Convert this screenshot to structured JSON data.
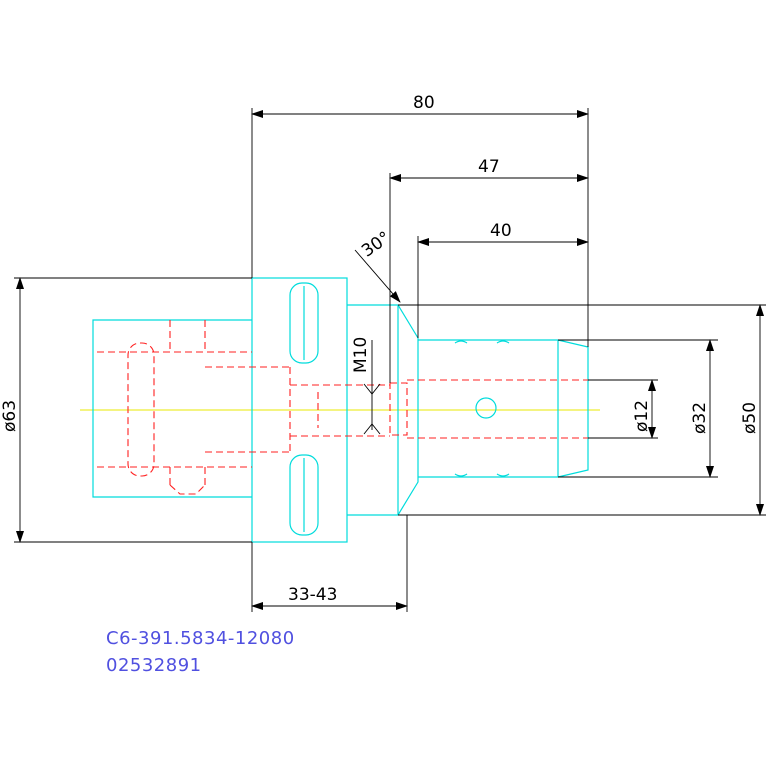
{
  "colors": {
    "background": "#ffffff",
    "outline": "#00dcdc",
    "hidden_lines": "#ff2020",
    "centerline": "#e8e800",
    "dimensions": "#000000",
    "caption": "#5050e0"
  },
  "dimensions": {
    "overall_length": "80",
    "length_47": "47",
    "length_40": "40",
    "chamfer_angle": "30°",
    "thread": "M10",
    "flange_range": "33-43",
    "dia_63": "ø63",
    "dia_12": "ø12",
    "dia_32": "ø32",
    "dia_50": "ø50"
  },
  "caption": {
    "part_number": "C6-391.5834-12080",
    "order_number": "02532891"
  }
}
